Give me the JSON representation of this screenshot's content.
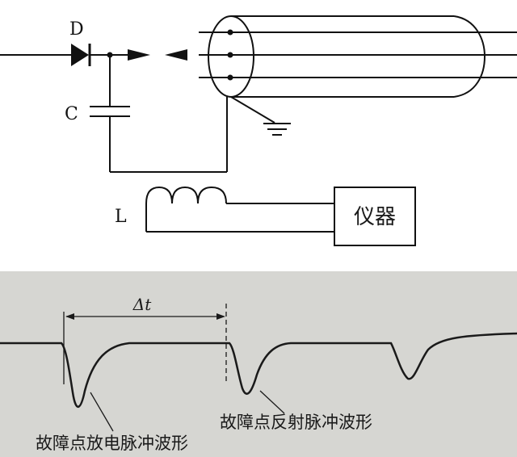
{
  "circuit": {
    "diode_label": "D",
    "capacitor_label": "C",
    "inductor_label": "L",
    "instrument_label": "仪器"
  },
  "waveform": {
    "interval_label": "Δt",
    "discharge_caption": "故障点放电脉冲波形",
    "reflection_caption": "故障点反射脉冲波形"
  },
  "colors": {
    "ink": "#111111",
    "photo_bg": "#d6d6d2",
    "photo_ink": "#1a1a1a"
  }
}
